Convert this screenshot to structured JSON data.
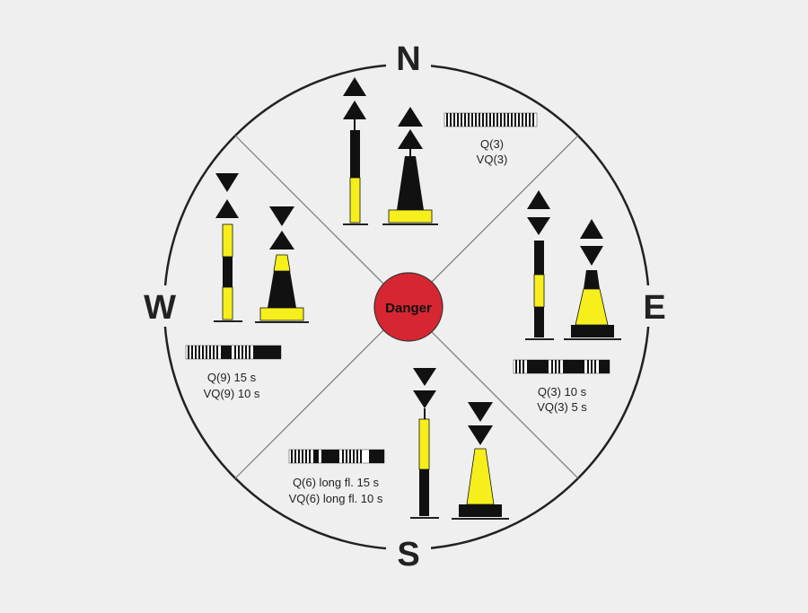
{
  "compass": {
    "north": "N",
    "south": "S",
    "east": "E",
    "west": "W"
  },
  "center": {
    "label": "Danger",
    "color": "#d62631"
  },
  "colors": {
    "black": "#111111",
    "yellow": "#f6ef1c",
    "ring": "#222222",
    "divider": "#7a7a7a",
    "background": "#efefef"
  },
  "quadrants": {
    "north": {
      "line1": "Q(3)",
      "line2": "VQ(3)"
    },
    "east": {
      "line1": "Q(3) 10 s",
      "line2": "VQ(3) 5 s"
    },
    "south": {
      "line1": "Q(6) long fl. 15 s",
      "line2": "VQ(6) long fl. 10 s"
    },
    "west": {
      "line1": "Q(9) 15 s",
      "line2": "VQ(9) 10 s"
    }
  }
}
